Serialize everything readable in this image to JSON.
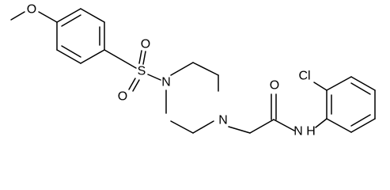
{
  "atom_labels": {
    "methoxy_oxygen": "O",
    "sulfur": "S",
    "sulfonyl_oxygen_top": "O",
    "sulfonyl_oxygen_bottom": "O",
    "piperazine_n_left": "N",
    "piperazine_n_right": "N",
    "carbonyl_oxygen": "O",
    "amide_nh": "N H",
    "chlorine": "Cl"
  },
  "colors": {
    "bond": "#000000",
    "background": "#ffffff"
  }
}
